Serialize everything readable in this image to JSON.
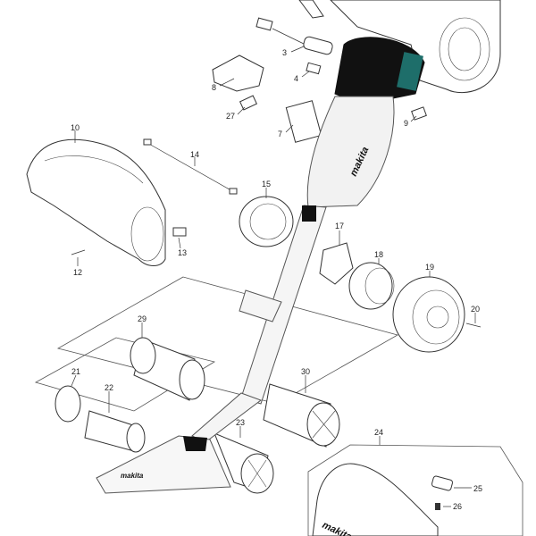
{
  "diagram": {
    "brand_logo": "makita",
    "parts": {
      "p3": "3",
      "p4": "4",
      "p7": "7",
      "p8": "8",
      "p9": "9",
      "p10": "10",
      "p12": "12",
      "p13": "13",
      "p14": "14",
      "p15": "15",
      "p17": "17",
      "p18": "18",
      "p19": "19",
      "p20": "20",
      "p21": "21",
      "p22": "22",
      "p23": "23",
      "p24": "24",
      "p25": "25",
      "p26": "26",
      "p27": "27",
      "p29": "29",
      "p30": "30"
    }
  }
}
